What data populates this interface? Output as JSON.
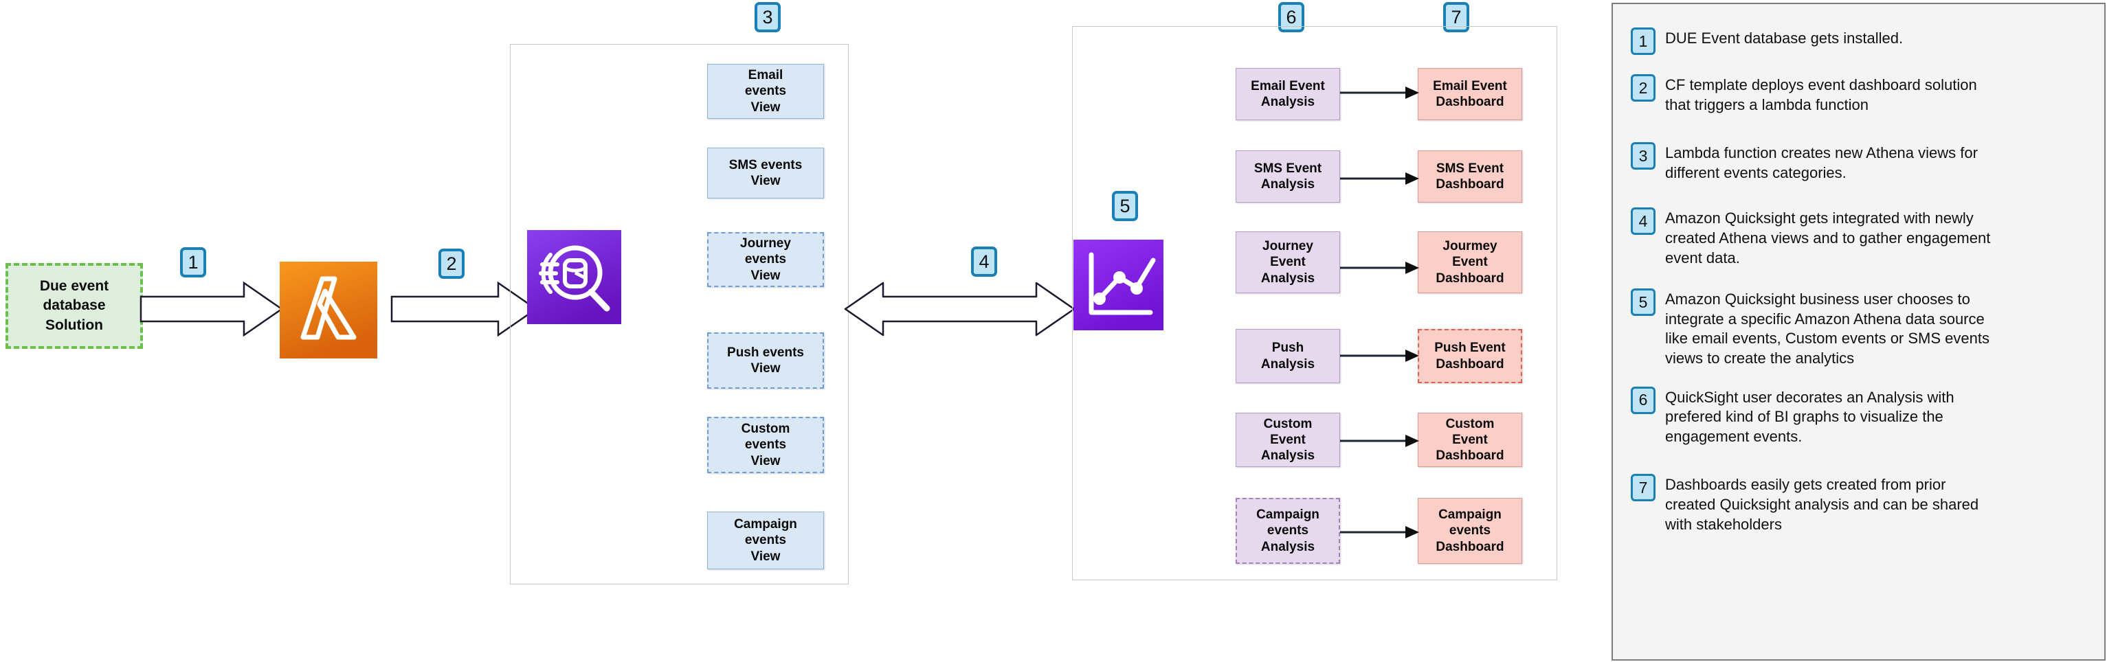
{
  "source": {
    "label": "Due event\ndatabase\nSolution"
  },
  "services": {
    "lambda_name": "aws-lambda-icon",
    "athena_name": "aws-athena-icon",
    "quicksight_name": "aws-quicksight-icon"
  },
  "step_badges": {
    "one": "1",
    "two": "2",
    "three": "3",
    "four": "4",
    "five": "5",
    "six": "6",
    "seven": "7"
  },
  "athena_views": [
    {
      "label": "Email\nevents\nView",
      "border": "solid-blue"
    },
    {
      "label": "SMS events\nView",
      "border": "solid-blue"
    },
    {
      "label": "Journey\nevents\nView",
      "border": "dash-blue"
    },
    {
      "label": "Push events\nView",
      "border": "dash-blue"
    },
    {
      "label": "Custom\nevents\nView",
      "border": "dash-blue"
    },
    {
      "label": "Campaign\nevents\nView",
      "border": "solid-blue"
    }
  ],
  "analyses": [
    {
      "label": "Email Event\nAnalysis",
      "border": "solid-purple"
    },
    {
      "label": "SMS Event\nAnalysis",
      "border": "solid-purple"
    },
    {
      "label": "Journey\nEvent\nAnalysis",
      "border": "solid-purple"
    },
    {
      "label": "Push\nAnalysis",
      "border": "solid-purple"
    },
    {
      "label": "Custom\nEvent\nAnalysis",
      "border": "solid-purple"
    },
    {
      "label": "Campaign\nevents\nAnalysis",
      "border": "dash-purple"
    }
  ],
  "dashboards": [
    {
      "label": "Email Event\nDashboard",
      "border": "solid-red"
    },
    {
      "label": "SMS Event\nDashboard",
      "border": "solid-red"
    },
    {
      "label": "Jourmey\nEvent\nDashboard",
      "border": "solid-red"
    },
    {
      "label": "Push Event\nDashboard",
      "border": "dash-red"
    },
    {
      "label": "Custom\nEvent\nDashboard",
      "border": "solid-red"
    },
    {
      "label": "Campaign\nevents\nDashboard",
      "border": "solid-red"
    }
  ],
  "legend": [
    {
      "num": "1",
      "text": "DUE Event database gets installed."
    },
    {
      "num": "2",
      "text": "CF template deploys  event dashboard solution\nthat triggers a lambda function"
    },
    {
      "num": "3",
      "text": "Lambda function creates new Athena views for\ndifferent  events categories."
    },
    {
      "num": "4",
      "text": "Amazon Quicksight gets integrated with newly\ncreated Athena views and to gather engagement\nevent  data."
    },
    {
      "num": "5",
      "text": "Amazon Quicksight business user chooses to\nintegrate a specific Amazon Athena data source\nlike email events, Custom events or SMS events\nviews to create the analytics"
    },
    {
      "num": "6",
      "text": "QuickSight user decorates an Analysis with\nprefered kind of BI graphs to visualize the\nengagement events."
    },
    {
      "num": "7",
      "text": "Dashboards easily gets created from prior\ncreated Quicksight analysis and can be shared\nwith stakeholders"
    }
  ],
  "colors": {
    "lambda_orange": "#ED8F20",
    "athena_purple": "#7622CE",
    "quicksight_purple": "#8226E8",
    "badge_blue": "#bfe4f5",
    "badge_border": "#1a7fb5",
    "view_blue": "#dae8f5",
    "analysis_purple": "#e6d9ee",
    "dashboard_red": "#fbcfc7",
    "source_green": "#ddeedd"
  }
}
